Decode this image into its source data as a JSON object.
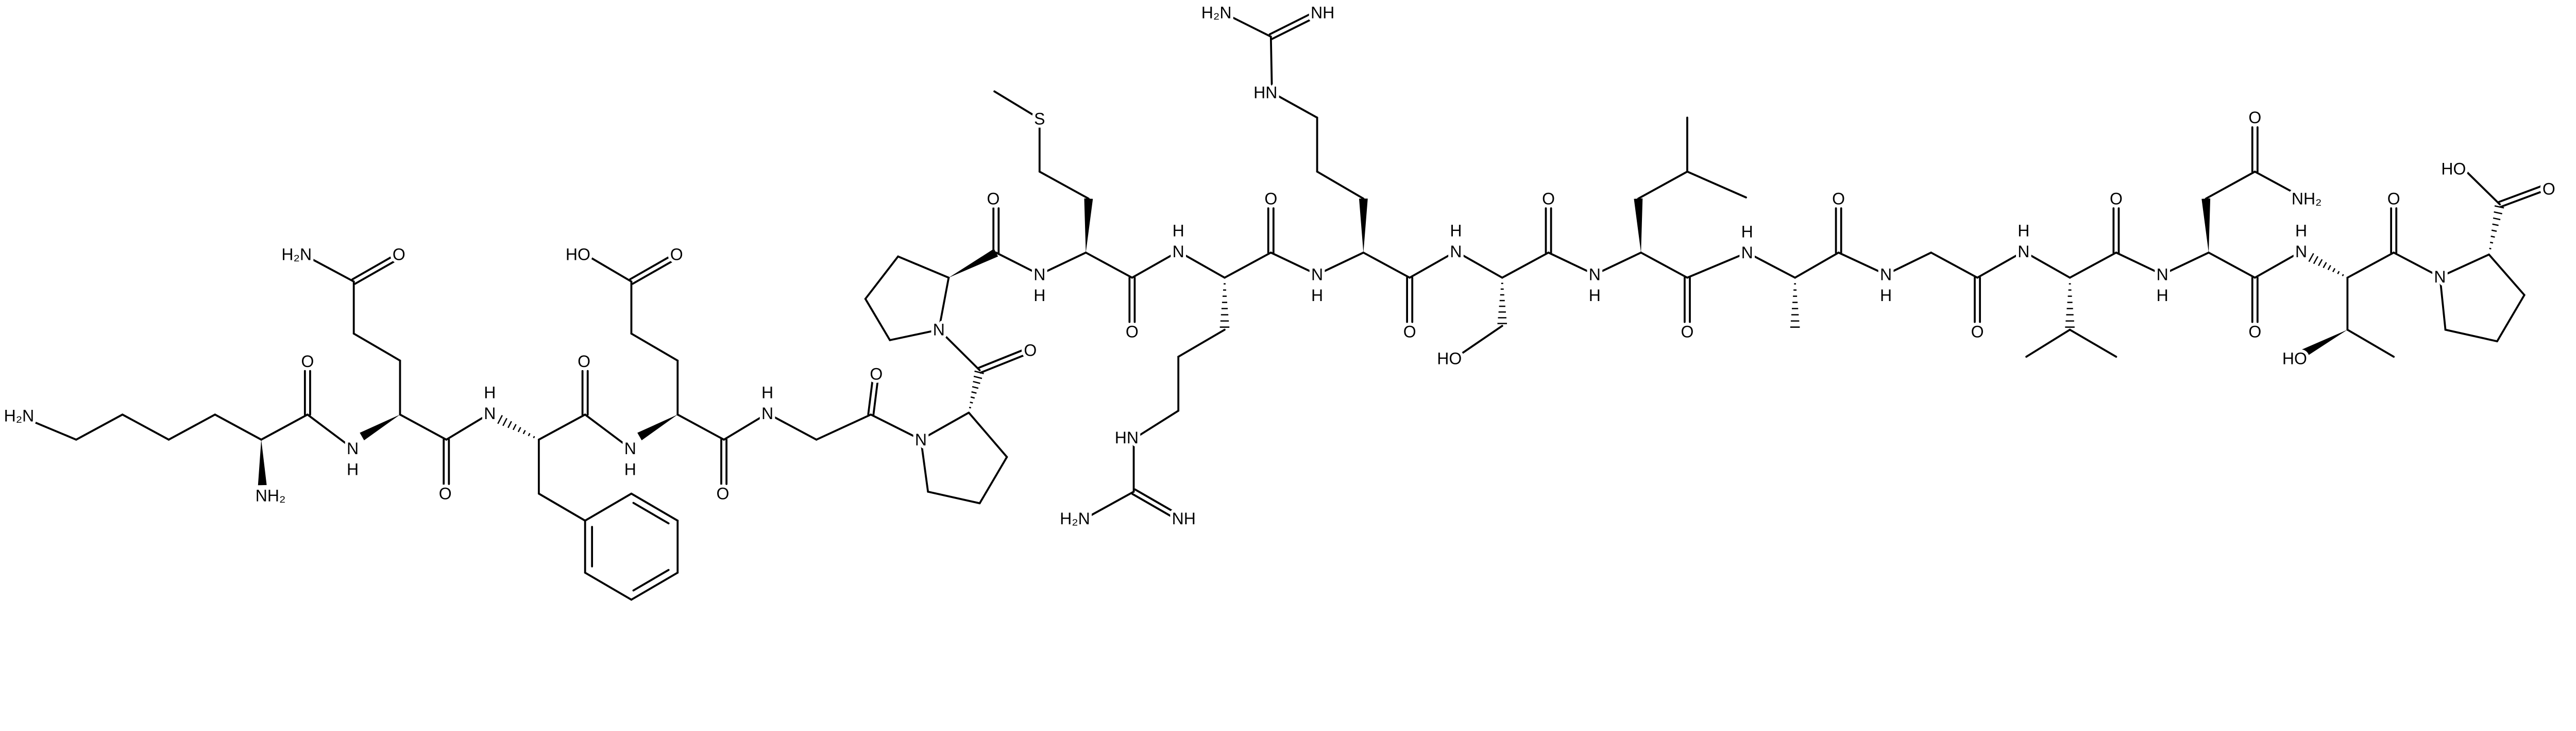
{
  "colors": {
    "background": "#ffffff",
    "ink": "#000000"
  },
  "atom_labels": [
    "H₂N",
    "NH₂",
    "O",
    "N",
    "H",
    "H₂N",
    "O",
    "O",
    "N",
    "H",
    "O",
    "N",
    "H",
    "HO",
    "O",
    "O",
    "N",
    "H",
    "O",
    "N",
    "O",
    "N",
    "O",
    "N",
    "H",
    "S",
    "O",
    "N",
    "H",
    "HN",
    "H₂N",
    "NH",
    "O",
    "N",
    "H",
    "HN",
    "H₂N",
    "NH",
    "O",
    "N",
    "H",
    "HO",
    "O",
    "N",
    "H",
    "O",
    "N",
    "H",
    "O",
    "N",
    "H",
    "O",
    "N",
    "H",
    "O",
    "N",
    "H",
    "O",
    "NH₂",
    "O",
    "N",
    "H",
    "HO",
    "O",
    "N",
    "HO",
    "O"
  ]
}
